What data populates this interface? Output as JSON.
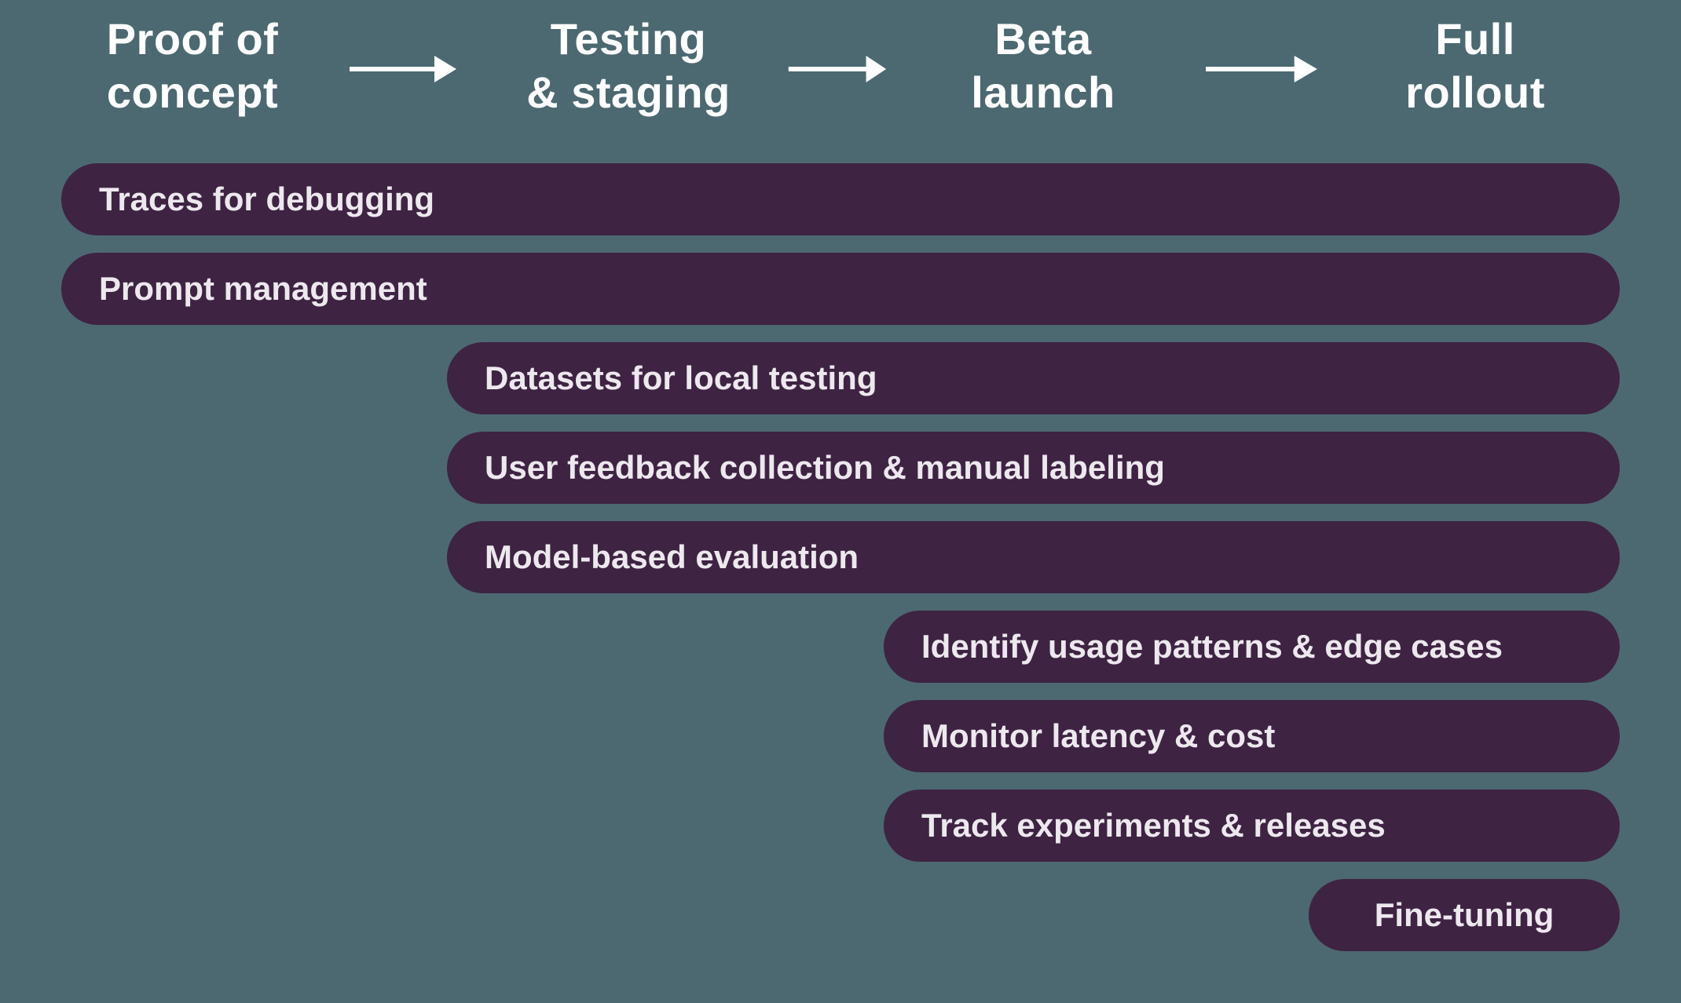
{
  "colors": {
    "background": "#4C6971",
    "bar_fill": "#3E2343",
    "bar_text": "#EDE8EE",
    "header_text": "#FFFFFF",
    "arrow": "#FFFFFF"
  },
  "stages": [
    {
      "label": "Proof of concept",
      "line1": "Proof of",
      "line2": "concept"
    },
    {
      "label": "Testing & staging",
      "line1": "Testing",
      "line2": "& staging"
    },
    {
      "label": "Beta launch",
      "line1": "Beta",
      "line2": "launch"
    },
    {
      "label": "Full rollout",
      "line1": "Full",
      "line2": "rollout"
    }
  ],
  "bars": [
    {
      "label": "Traces for debugging",
      "starts_at": "Proof of concept"
    },
    {
      "label": "Prompt management",
      "starts_at": "Proof of concept"
    },
    {
      "label": "Datasets for local testing",
      "starts_at": "Testing & staging"
    },
    {
      "label": "User feedback collection & manual labeling",
      "starts_at": "Testing & staging"
    },
    {
      "label": "Model-based evaluation",
      "starts_at": "Testing & staging"
    },
    {
      "label": "Identify usage patterns & edge cases",
      "starts_at": "Beta launch"
    },
    {
      "label": "Monitor latency & cost",
      "starts_at": "Beta launch"
    },
    {
      "label": "Track experiments & releases",
      "starts_at": "Beta launch"
    },
    {
      "label": "Fine-tuning",
      "starts_at": "Full rollout"
    }
  ]
}
